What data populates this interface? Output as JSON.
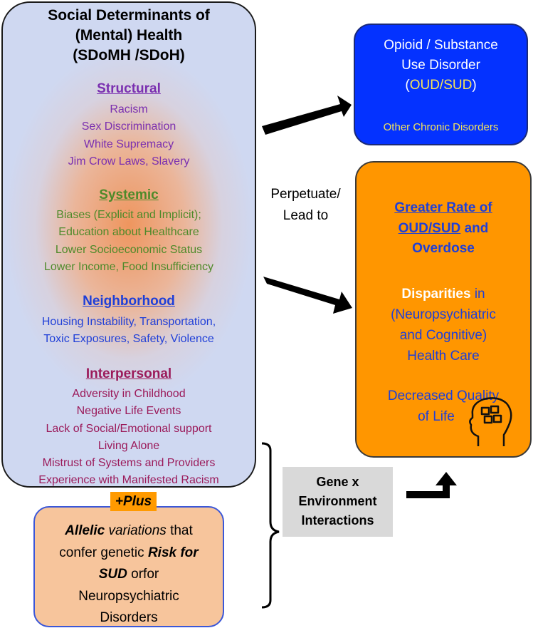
{
  "sdoh": {
    "title_lines": [
      "Social Determinants of",
      "(Mental) Health",
      "(SDoMH /SDoH)"
    ],
    "structural": {
      "heading": "Structural",
      "color": "#7a2fb0",
      "items": [
        "Racism",
        "Sex Discrimination",
        "White Supremacy",
        "Jim Crow Laws, Slavery"
      ]
    },
    "systemic": {
      "heading": "Systemic",
      "color": "#4e8a2a",
      "items": [
        "Biases (Explicit and Implicit);",
        "Education about Healthcare",
        "Lower Socioeconomic Status",
        "Lower Income, Food Insufficiency"
      ]
    },
    "neighborhood": {
      "heading": "Neighborhood",
      "color": "#1f3fd8",
      "items": [
        "Housing Instability, Transportation,",
        "Toxic Exposures, Safety, Violence"
      ]
    },
    "interpersonal": {
      "heading": "Interpersonal",
      "color": "#9b1a5a",
      "items": [
        "Adversity in Childhood",
        "Negative Life Events",
        "Lack of Social/Emotional support",
        "Living Alone",
        "Mistrust of Systems and Providers",
        "Experience with Manifested Racism"
      ]
    }
  },
  "plus_label": "+Plus",
  "allelic": {
    "line1_bold_italic": "Allelic",
    "line1_italic": "variations",
    "line1_rest": "that",
    "line2": "confer genetic",
    "line2_bold_italic": "Risk for",
    "line3_bold_italic": "SUD",
    "line3_rest": "orfor",
    "line4": "Neuropsychiatric",
    "line5": "Disorders"
  },
  "arrow_label_lines": [
    "Perpetuate/",
    "Lead to"
  ],
  "oud_box": {
    "line1": "Opioid / Substance",
    "line2": "Use Disorder",
    "line3_open": "(",
    "line3_mid": "OUD/SUD",
    "line3_close": ")",
    "sub": "Other Chronic Disorders"
  },
  "outcomes": {
    "heading_lines": [
      "Greater Rate of",
      "OUD/SUD",
      "and",
      "Overdose"
    ],
    "disparities_word": "Disparities",
    "disparities_rest": "in",
    "disparities_lines": [
      "(Neuropsychiatric",
      "and Cognitive)",
      "Health Care"
    ],
    "quality_lines": [
      "Decreased Quality",
      "of Life"
    ]
  },
  "gene_box": {
    "lines": [
      "Gene x",
      "Environment",
      "Interactions"
    ]
  },
  "icons": {
    "head": "head-puzzle-icon",
    "arrows": "block-arrow-icon",
    "brace": "right-brace-icon"
  }
}
